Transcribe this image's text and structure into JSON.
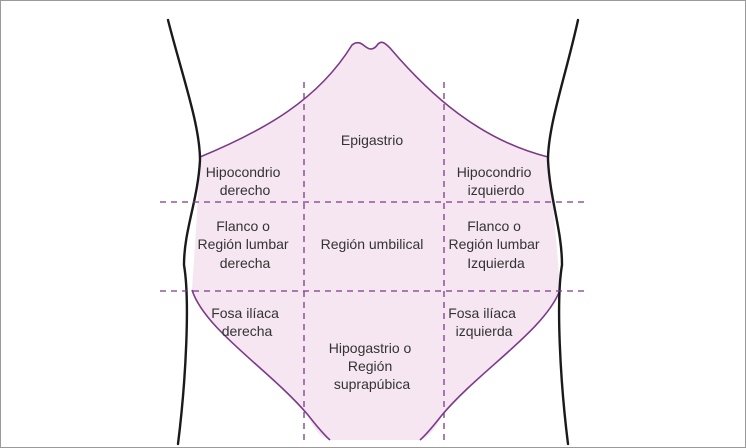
{
  "diagram": {
    "colors": {
      "region_fill": "#f5e6f2",
      "region_outline": "#7b3a88",
      "dashed_lines": "#7b3a88",
      "body_outline": "#1a1a1a",
      "text": "#333333"
    },
    "regions": {
      "epigastrio": [
        "Epigastrio"
      ],
      "hipocondrio_derecho": [
        "Hipocondrio",
        "derecho"
      ],
      "hipocondrio_izquierdo": [
        "Hipocondrio",
        "izquierdo"
      ],
      "flanco_derecho": [
        "Flanco o",
        "Región lumbar",
        "derecha"
      ],
      "region_umbilical": [
        "Región umbilical"
      ],
      "flanco_izquierdo": [
        "Flanco o",
        "Región lumbar",
        "Izquierda"
      ],
      "fosa_iliaca_derecha": [
        "Fosa ilíaca",
        "derecha"
      ],
      "fosa_iliaca_izquierda": [
        "Fosa ilíaca",
        "izquierda"
      ],
      "hipogastrio": [
        "Hipogastrio o",
        "Región",
        "suprapúbica"
      ]
    }
  }
}
